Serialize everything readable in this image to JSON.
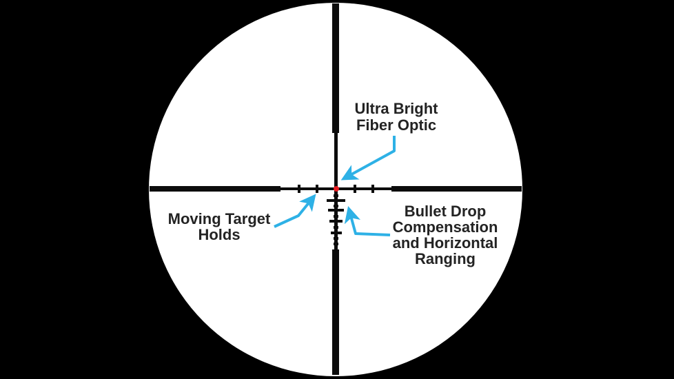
{
  "scene": {
    "background_color": "#000000",
    "lens_color": "#ffffff",
    "reticle_color": "#0c0c0c",
    "ink_color": "#232323",
    "accent_color": "#2eb1e6",
    "dot_color": "#ea1c21"
  },
  "annotations": {
    "fiber_optic": "Ultra Bright\nFiber Optic",
    "moving_target": "Moving Target\nHolds",
    "bdc": "Bullet Drop\nCompensation\nand Horizontal\nRanging"
  }
}
